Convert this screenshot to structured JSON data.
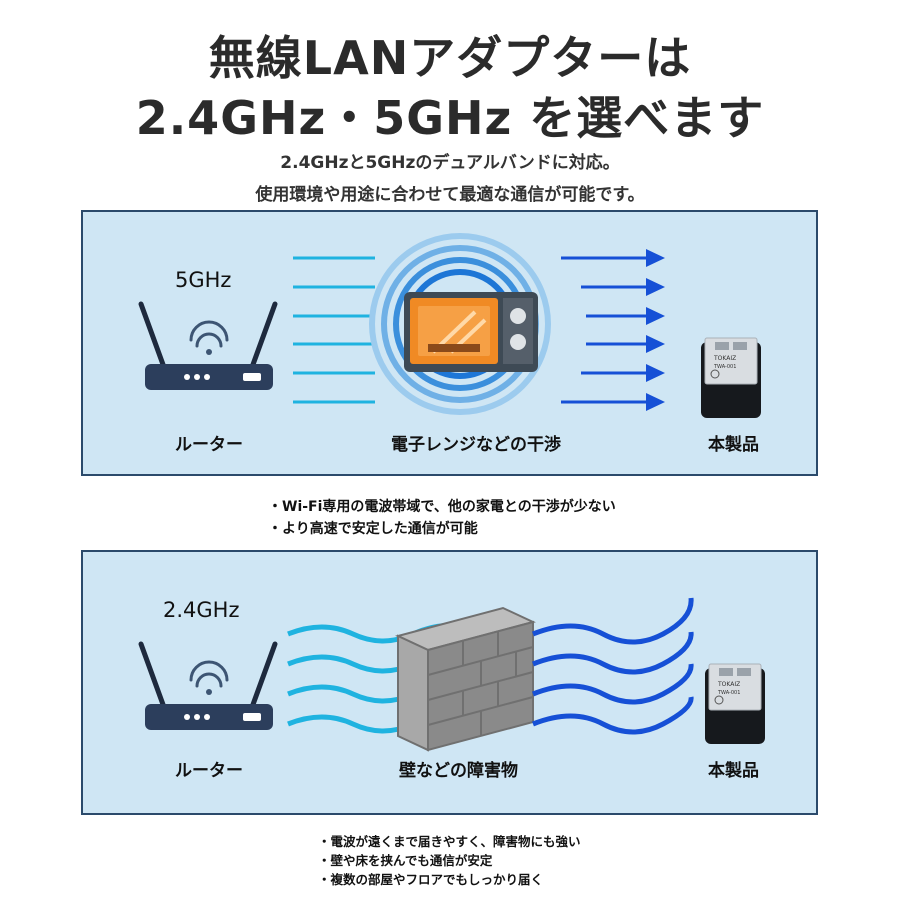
{
  "header": {
    "title_line1": "無線LANアダプターは",
    "title_line2": "2.4GHz・5GHz を選べます",
    "subtitle_line1": "2.4GHzと5GHzのデュアルバンドに対応。",
    "subtitle_line2": "使用環境や用途に合わせて最適な通信が可能です。"
  },
  "panel_5ghz": {
    "frequency": "5GHz",
    "router_label": "ルーター",
    "interference_label": "電子レンジなどの干渉",
    "product_label": "本製品",
    "dongle_brand": "TOKAIZ",
    "dongle_model": "TWA-001",
    "notes": [
      "・Wi-Fi専用の電波帯域で、他の家電との干渉が少ない",
      "・より高速で安定した通信が可能"
    ]
  },
  "panel_24ghz": {
    "frequency": "2.4GHz",
    "router_label": "ルーター",
    "obstacle_label": "壁などの障害物",
    "product_label": "本製品",
    "dongle_brand": "TOKAIZ",
    "dongle_model": "TWA-001",
    "notes": [
      "・電波が遠くまで届きやすく、障害物にも強い",
      "・壁や床を挟んでも通信が安定",
      "・複数の部屋やフロアでもしっかり届く"
    ]
  },
  "colors": {
    "panel_bg": "#cfe6f4",
    "panel_border": "#2b4a6b",
    "router_body": "#2c3e5c",
    "wave_cyan": "#1fb3e0",
    "wave_blue": "#1650d6",
    "brick": "#9a9a9a"
  }
}
